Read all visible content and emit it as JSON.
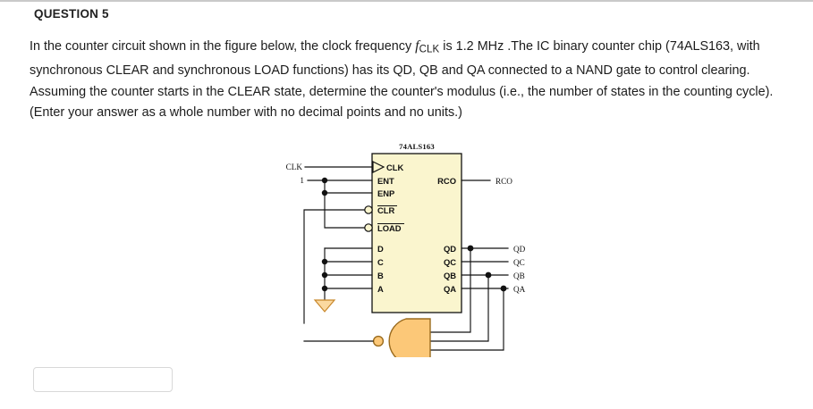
{
  "header": {
    "question_label": "QUESTION 5"
  },
  "prompt": {
    "line1_a": "In the counter circuit shown in the figure below, the clock frequency ",
    "italic_f": "f",
    "sub_clk": "CLK",
    "line1_b": " is 1.2 MHz .The IC binary counter chip",
    "line2": "(74ALS163, with synchronous CLEAR and synchronous LOAD functions) has its QD, QB and QA connected to a NAND gate to control clearing.  Assuming the counter starts in the CLEAR state, determine the counter's modulus (i.e., the number of states in the counting cycle).  (Enter your answer as a whole number with no decimal points and no units.)"
  },
  "answer": {
    "value": "",
    "placeholder": ""
  },
  "figure": {
    "chip_name": "74ALS163",
    "colors": {
      "chip_fill": "#FAF5CE",
      "chip_stroke": "#111111",
      "gate_fill": "#FCC878",
      "gate_stroke": "#9A6B1E",
      "ground_fill": "#FBD9A0",
      "wire": "#111111"
    },
    "inputs": {
      "clk_label": "CLK",
      "one_label": "1"
    },
    "chip_pins_left": [
      "CLK",
      "ENT",
      "ENP",
      "CLR",
      "LOAD",
      "D",
      "C",
      "B",
      "A"
    ],
    "chip_pins_right": [
      "RCO",
      "QD",
      "QC",
      "QB",
      "QA"
    ],
    "output_labels": [
      "RCO",
      "QD",
      "QC",
      "QB",
      "QA"
    ],
    "active_low_pins": [
      "CLR",
      "LOAD"
    ],
    "gate": {
      "type": "NAND",
      "inputs": 3,
      "connected_from": [
        "QD",
        "QB",
        "QA"
      ],
      "drives": "CLR"
    },
    "ground_connected_pins": [
      "D",
      "C",
      "B",
      "A"
    ]
  }
}
